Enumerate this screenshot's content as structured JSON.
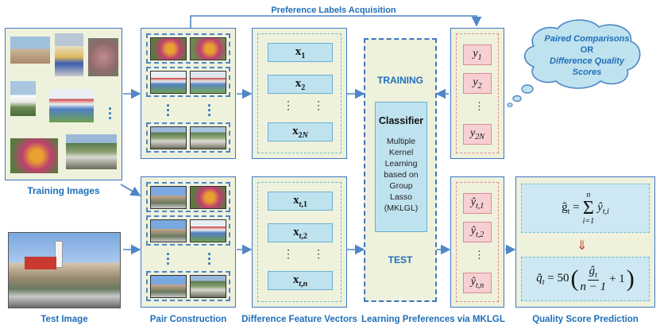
{
  "top_label": "Preference Labels Acquisition",
  "cloud": {
    "line1": "Paired Comparisons",
    "line2": "OR",
    "line3": "Difference Quality",
    "line4": "Scores"
  },
  "training": {
    "section_label": "Training Images",
    "features": [
      "x1",
      "x2",
      "x2N"
    ],
    "labels": [
      "y1",
      "y2",
      "y2N"
    ]
  },
  "test": {
    "section_label": "Test Image",
    "features": [
      "xt,1",
      "xt,2",
      "xt,n"
    ],
    "labels": [
      "ŷt,1",
      "ŷt,2",
      "ŷt,n"
    ]
  },
  "mklgl": {
    "training_label": "TRAINING",
    "test_label": "TEST",
    "classifier_title": "Classifier",
    "classifier_desc": [
      "Multiple",
      "Kernel",
      "Learning",
      "based on",
      "Group",
      "Lasso",
      "(MKLGL)"
    ]
  },
  "column_labels": {
    "pair": "Pair Construction",
    "diff": "Difference Feature Vectors",
    "learn": "Learning Preferences via MKLGL",
    "quality": "Quality Score Prediction"
  },
  "formulas": {
    "g": "ĝt = Σ ŷt,i",
    "q": "q̂t = 50 (ĝt / (n − 1) + 1)",
    "arrow": "⇓"
  },
  "colors": {
    "panel_bg": "#eef1dc",
    "border_blue": "#3d77c4",
    "label_blue": "#1f6fb8",
    "feature_fill": "#bfe2ef",
    "label_fill": "#f7d0d3"
  }
}
